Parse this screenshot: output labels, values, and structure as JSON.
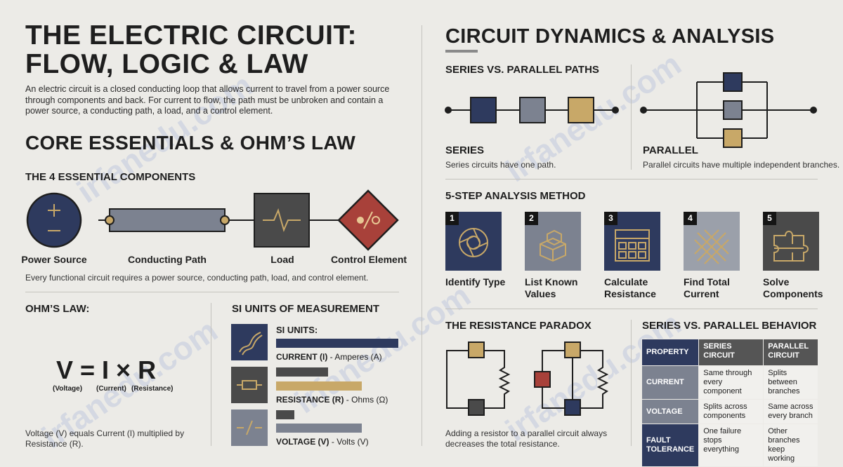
{
  "title_line1": "THE ELECTRIC CIRCUIT:",
  "title_line2": "FLOW, LOGIC & LAW",
  "intro": "An electric circuit is a closed conducting loop that allows current to travel from a power source through components and back. For current to flow, the path must be unbroken and contain a power source, a conducting path, a load, and a control element.",
  "core_heading": "CORE ESSENTIALS & OHM’S LAW",
  "components_heading": "THE 4 ESSENTIAL COMPONENTS",
  "components": [
    {
      "label": "Power Source",
      "icon": "battery-icon"
    },
    {
      "label": "Conducting Path",
      "icon": "wire-icon"
    },
    {
      "label": "Load",
      "icon": "waveform-icon"
    },
    {
      "label": "Control Element",
      "icon": "switch-icon"
    }
  ],
  "components_caption": "Every functional circuit requires a power source, conducting path, load, and control element.",
  "ohms": {
    "heading": "OHM’S LAW:",
    "formula": "V = I × R",
    "v_label": "(Voltage)",
    "i_label": "(Current)",
    "r_label": "(Resistance)",
    "caption": "Voltage (V) equals Current (I) multiplied by Resistance (R)."
  },
  "si": {
    "heading": "SI UNITS OF MEASUREMENT",
    "subheading": "SI UNITS:",
    "items": [
      {
        "name": "CURRENT (I)",
        "unit": " - Amperes (A)",
        "icon": "current-flow-icon"
      },
      {
        "name": "RESISTANCE (R)",
        "unit": " - Ohms (Ω)",
        "icon": "resistor-icon"
      },
      {
        "name": "VOLTAGE (V)",
        "unit": " - Volts (V)",
        "icon": "voltage-icon"
      }
    ]
  },
  "dynamics_heading": "CIRCUIT DYNAMICS & ANALYSIS",
  "paths": {
    "heading": "SERIES VS. PARALLEL PATHS",
    "series_label": "SERIES",
    "series_caption": "Series circuits have one path.",
    "parallel_label": "PARALLEL",
    "parallel_caption": "Parallel circuits have multiple independent branches."
  },
  "analysis": {
    "heading": "5-STEP ANALYSIS METHOD",
    "steps": [
      {
        "num": "1",
        "line1": "Identify Type",
        "line2": "",
        "icon": "aperture-icon"
      },
      {
        "num": "2",
        "line1": "List Known",
        "line2": "Values",
        "icon": "boxes-icon"
      },
      {
        "num": "3",
        "line1": "Calculate",
        "line2": "Resistance",
        "icon": "calculator-icon"
      },
      {
        "num": "4",
        "line1": "Find Total",
        "line2": "Current",
        "icon": "crosshatch-icon"
      },
      {
        "num": "5",
        "line1": "Solve",
        "line2": "Components",
        "icon": "puzzle-icon"
      }
    ]
  },
  "paradox": {
    "heading": "THE RESISTANCE PARADOX",
    "caption": "Adding a resistor to a parallel circuit always decreases the total resistance."
  },
  "behavior": {
    "heading": "SERIES VS. PARALLEL BEHAVIOR",
    "headers": [
      "PROPERTY",
      "SERIES CIRCUIT",
      "PARALLEL CIRCUIT"
    ],
    "rows": [
      [
        "CURRENT",
        "Same through every component",
        "Splits between branches"
      ],
      [
        "VOLTAGE",
        "Splits across components",
        "Same across every branch"
      ],
      [
        "FAULT TOLERANCE",
        "One failure stops everything",
        "Other branches keep working"
      ]
    ]
  },
  "watermark": "irfanedu.com",
  "colors": {
    "navy": "#2e3a5e",
    "slate": "#7c8290",
    "gold": "#c8a868",
    "red": "#a8413a",
    "dark": "#4a4a4a"
  }
}
